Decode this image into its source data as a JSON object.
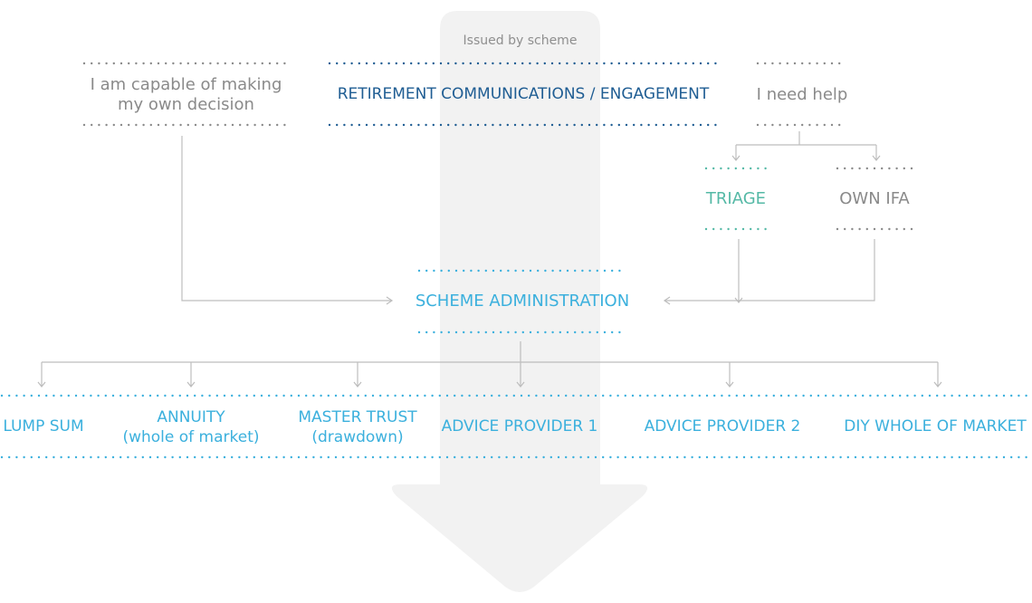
{
  "header": {
    "issued_by": "Issued by scheme"
  },
  "top": {
    "left_line1": "I am capable of making",
    "left_line2": "my own decision",
    "center": "RETIREMENT COMMUNICATIONS / ENGAGEMENT",
    "right": "I need help"
  },
  "help": {
    "triage": "TRIAGE",
    "own_ifa": "OWN IFA"
  },
  "admin": {
    "label": "SCHEME ADMINISTRATION"
  },
  "options": {
    "lump_sum": "LUMP SUM",
    "annuity_line1": "ANNUITY",
    "annuity_line2": "(whole of market)",
    "master_trust_line1": "MASTER TRUST",
    "master_trust_line2": "(drawdown)",
    "advice_1": "ADVICE PROVIDER 1",
    "advice_2": "ADVICE PROVIDER 2",
    "diy": "DIY WHOLE OF MARKET"
  },
  "colors": {
    "grey": "#8a8a8a",
    "navy": "#1f5d93",
    "blue": "#3bb0dd",
    "teal": "#55b9a6",
    "arrow_fill": "#f2f2f2",
    "connector": "#b9b9b9"
  }
}
